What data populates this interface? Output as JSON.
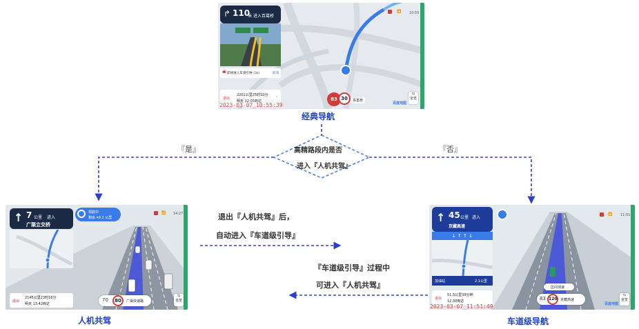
{
  "classic": {
    "caption": "经典导航",
    "turn_distance": "110",
    "turn_unit": "米",
    "turn_action": "进入",
    "turn_road": "百葛桥",
    "status_time": "10:55",
    "lane_notice": "即将进入车道引导 (3s)",
    "cancel": "取消",
    "exit_label": "退出",
    "remaining": "2201公里25时10分",
    "eta": "明天 12:05到达",
    "speed_current": "83",
    "speed_limit": "30",
    "road_name": "百葛桥",
    "traffic_btn": "全览",
    "timestamp": "2023-03-07_10:55:39",
    "brand": "百度地图"
  },
  "decision": {
    "line1": "高精路段内是否",
    "line2": "进入『人机共驾』",
    "yes": "『是』",
    "no": "『否』"
  },
  "copilot": {
    "caption": "人机共驾",
    "turn_distance": "7",
    "turn_unit": "公里",
    "turn_action": "进入",
    "turn_road": "广渠立交桥",
    "mode_label": "领航中",
    "mode_distance": "剩余 49.2 公里",
    "status_time": "14:27",
    "exit_label": "退出",
    "remaining": "2145公里23时16分",
    "eta": "明天 13:42到达",
    "speed_current": "70",
    "speed_limit": "80",
    "road_name": "广渠快速路",
    "overview": "全览"
  },
  "middle": {
    "top_line1": "退出『人机共驾』后，",
    "top_line2": "自动进入『车道级引导』",
    "bottom_line1": "『车道级引导』过程中",
    "bottom_line2": "可进入『人机共驾』"
  },
  "lane": {
    "caption": "车道级导航",
    "turn_distance": "45",
    "turn_unit": "公里",
    "turn_action": "进入",
    "turn_road": "京藏高速",
    "status_time": "11:51",
    "station_label": "加油站",
    "station_distance": "2.1公里",
    "exit_label": "退出",
    "remaining": "51.5公里38分钟",
    "eta": "12:30到达",
    "speed_current": "83",
    "speed_limit": "120",
    "road_name": "京藏高速",
    "camera_label": "区间测速",
    "overview": "全览",
    "timestamp": "2023-03-07_11:51:49",
    "brand": "百度地图"
  },
  "colors": {
    "accent": "#1f3fc4",
    "arrow": "#2b3fc9",
    "nav_card": "#1b2a45",
    "lane_card": "#1e3d9b",
    "limit_ring": "#d23b3b",
    "route": "#3a7bea"
  }
}
